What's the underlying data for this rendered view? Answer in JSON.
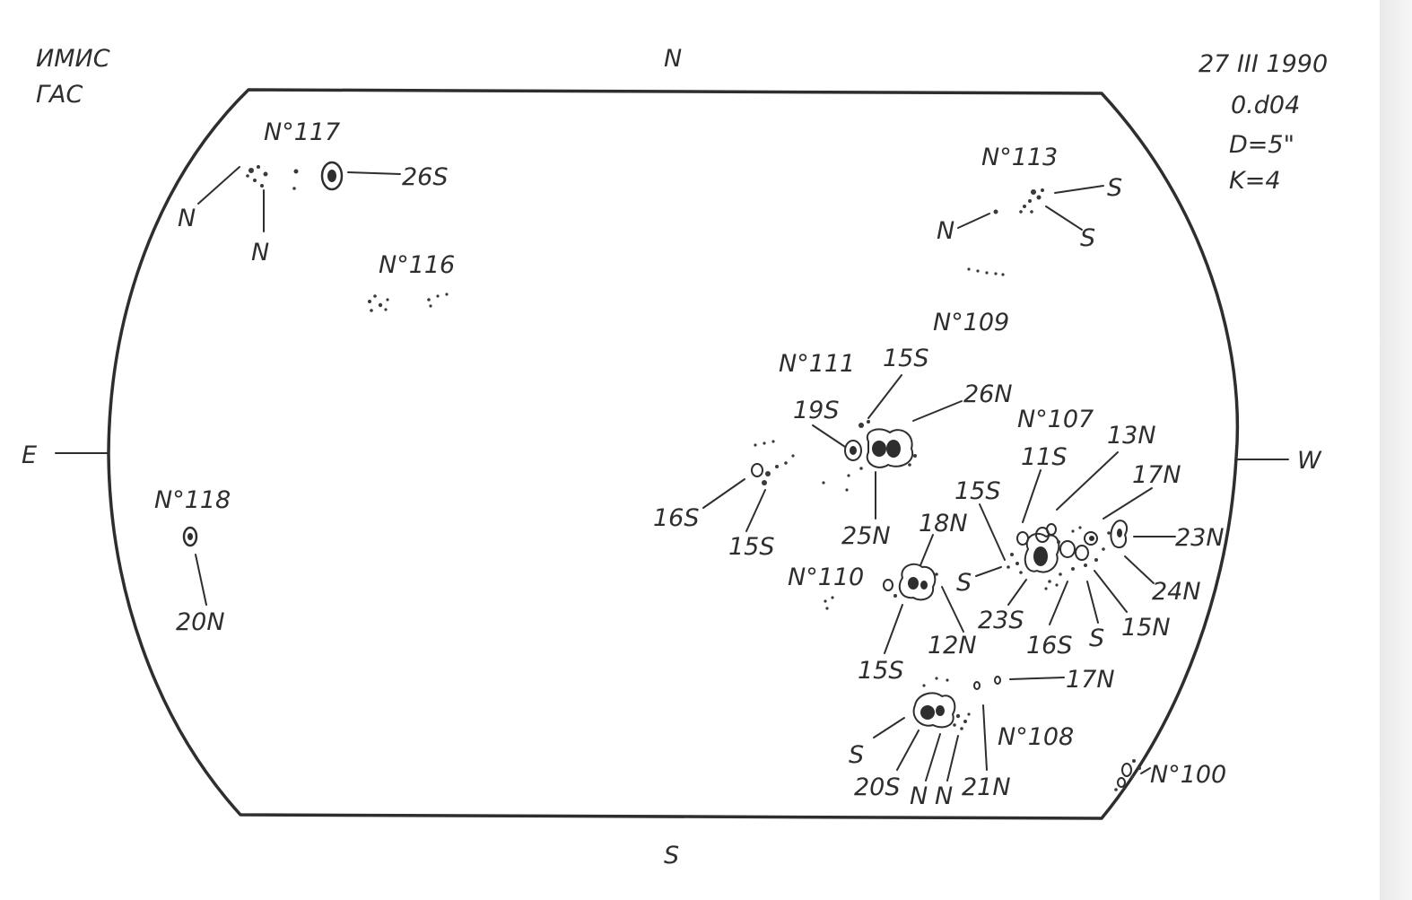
{
  "header": {
    "observatory_line1": "ИМИС",
    "observatory_line2": "ГАС",
    "date": "27 III 1990",
    "time": "0.d04",
    "diameter": "D=5\"",
    "k_value": "K=4"
  },
  "directions": {
    "north": "N",
    "south": "S",
    "east": "E",
    "west": "W"
  },
  "groups": {
    "g117": {
      "number": "N°117",
      "labels": {
        "a": "26S",
        "b": "N",
        "c": "N"
      }
    },
    "g116": {
      "number": "N°116"
    },
    "g113": {
      "number": "N°113",
      "labels": {
        "a": "S",
        "b": "S",
        "c": "N"
      }
    },
    "g109": {
      "number": "N°109"
    },
    "g111": {
      "number": "N°111",
      "labels": {
        "a": "15S",
        "b": "26N",
        "c": "19S",
        "d": "25N",
        "e": "16S",
        "f": "15S"
      }
    },
    "g107": {
      "number": "N°107",
      "labels": {
        "a": "11S",
        "b": "13N",
        "c": "17N",
        "d": "15S",
        "e": "23N",
        "f": "24N",
        "g": "15N",
        "h": "S",
        "i": "16S",
        "j": "23S",
        "k": "S"
      }
    },
    "g110": {
      "number": "N°110",
      "labels": {
        "a": "18N",
        "b": "12N",
        "c": "15S"
      }
    },
    "g118": {
      "number": "N°118",
      "labels": {
        "a": "20N"
      }
    },
    "g108": {
      "number": "N°108",
      "labels": {
        "a": "17N",
        "b": "S",
        "c": "20S",
        "d": "N",
        "e": "N",
        "f": "21N"
      }
    },
    "g100": {
      "number": "N°100"
    }
  }
}
